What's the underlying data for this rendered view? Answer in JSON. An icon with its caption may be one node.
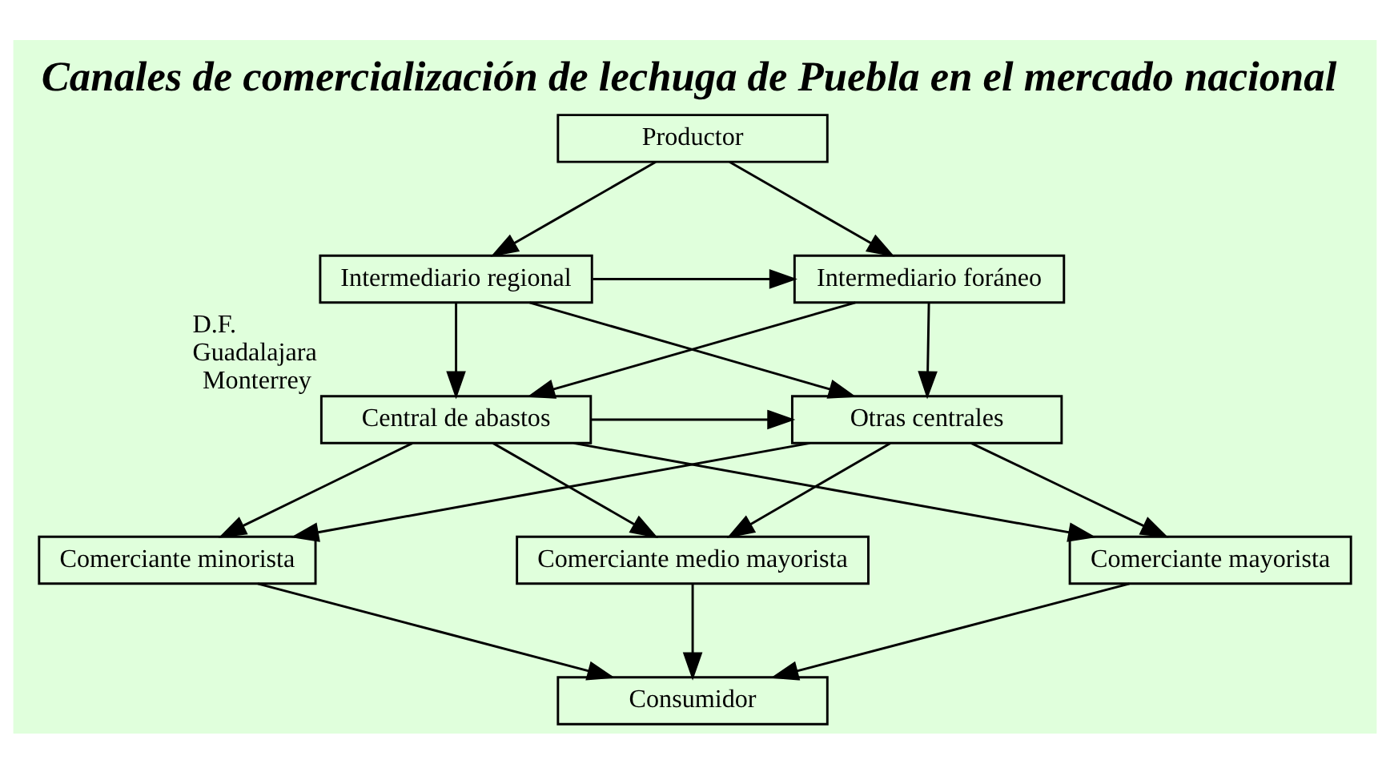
{
  "diagram": {
    "title": "Canales de comercialización de lechuga de Puebla en el mercado nacional",
    "nodes": [
      {
        "text": [
          "Productor"
        ]
      },
      {
        "text": [
          "Intermediario regional"
        ]
      },
      {
        "text": [
          "Intermediario foráneo"
        ]
      },
      {
        "text": [
          "Otras centrales"
        ]
      },
      {
        "text": [
          "Central de abastos"
        ],
        "beside": [
          "D.F.",
          "Guadalajara",
          "Monterrey"
        ]
      },
      {
        "text": [
          "Comerciante minorista"
        ]
      },
      {
        "text": [
          "Comerciante medio mayorista"
        ]
      },
      {
        "text": [
          "Comerciante mayorista"
        ]
      },
      {
        "text": [
          "Consumidor"
        ]
      }
    ],
    "edges": [
      {
        "from": 0,
        "to": 1,
        "arrow": "to"
      },
      {
        "from": 0,
        "to": 2,
        "arrow": "to"
      },
      {
        "from": 1,
        "to": 2,
        "arrow": "to"
      },
      {
        "from": 1,
        "to": 3,
        "arrow": "to"
      },
      {
        "from": 1,
        "to": 4,
        "arrow": "to"
      },
      {
        "from": 2,
        "to": 3,
        "arrow": "to"
      },
      {
        "from": 2,
        "to": 4,
        "arrow": "to"
      },
      {
        "from": 4,
        "to": 3,
        "arrow": "to"
      },
      {
        "from": 3,
        "to": 5,
        "arrow": "to"
      },
      {
        "from": 3,
        "to": 6,
        "arrow": "to"
      },
      {
        "from": 3,
        "to": 7,
        "arrow": "to"
      },
      {
        "from": 4,
        "to": 5,
        "arrow": "to"
      },
      {
        "from": 4,
        "to": 6,
        "arrow": "to"
      },
      {
        "from": 4,
        "to": 7,
        "arrow": "to"
      },
      {
        "from": 5,
        "to": 8,
        "arrow": "to"
      },
      {
        "from": 6,
        "to": 8,
        "arrow": "to"
      },
      {
        "from": 7,
        "to": 8,
        "arrow": "to"
      }
    ]
  }
}
